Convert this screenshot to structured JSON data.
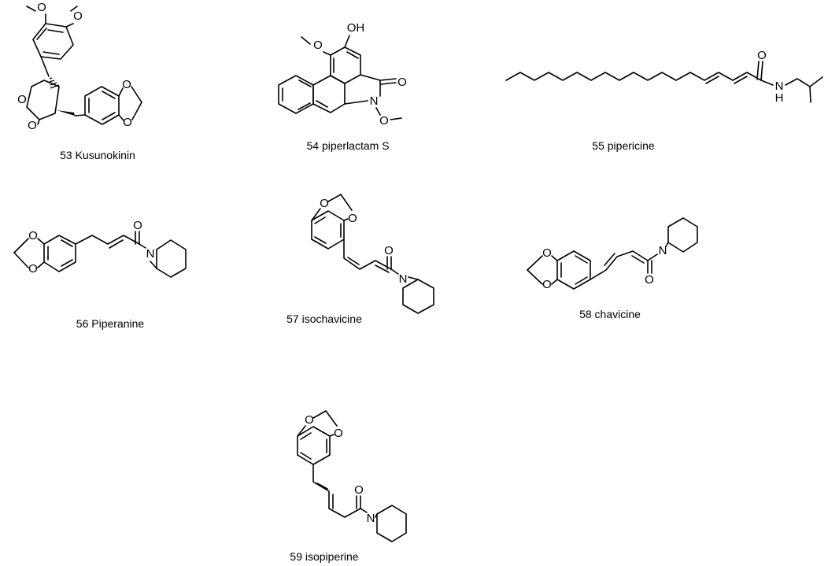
{
  "compounds": [
    {
      "number": "53",
      "name": "Kusunokinin"
    },
    {
      "number": "54",
      "name": "piperlactam S"
    },
    {
      "number": "55",
      "name": "pipericine"
    },
    {
      "number": "56",
      "name": "Piperanine"
    },
    {
      "number": "57",
      "name": "isochavicine"
    },
    {
      "number": "58",
      "name": "chavicine"
    },
    {
      "number": "59",
      "name": "isopiperine"
    }
  ],
  "atom_labels": {
    "O": "O",
    "OH": "OH",
    "N": "N",
    "NH_N": "N",
    "NH_H": "H"
  },
  "colors": {
    "ink": "#000000",
    "background": "#ffffff"
  }
}
